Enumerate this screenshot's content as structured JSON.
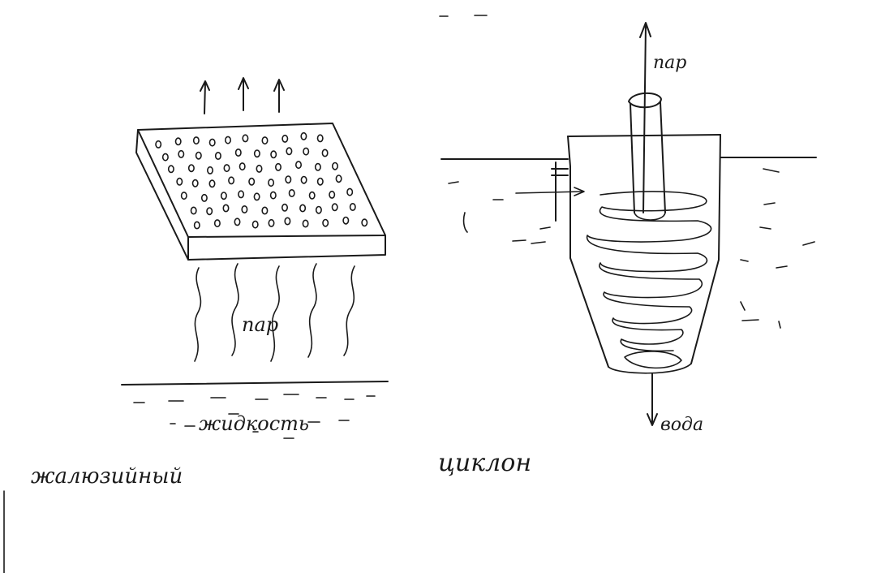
{
  "diagram": {
    "ink_color": "#1a1a1a",
    "background": "#ffffff",
    "louvre": {
      "vapor_label": "пар",
      "liquid_label": "жидкость",
      "caption": "жалюзийный"
    },
    "cyclone": {
      "vapor_label": "пар",
      "water_label": "вода",
      "caption": "циклон"
    }
  }
}
